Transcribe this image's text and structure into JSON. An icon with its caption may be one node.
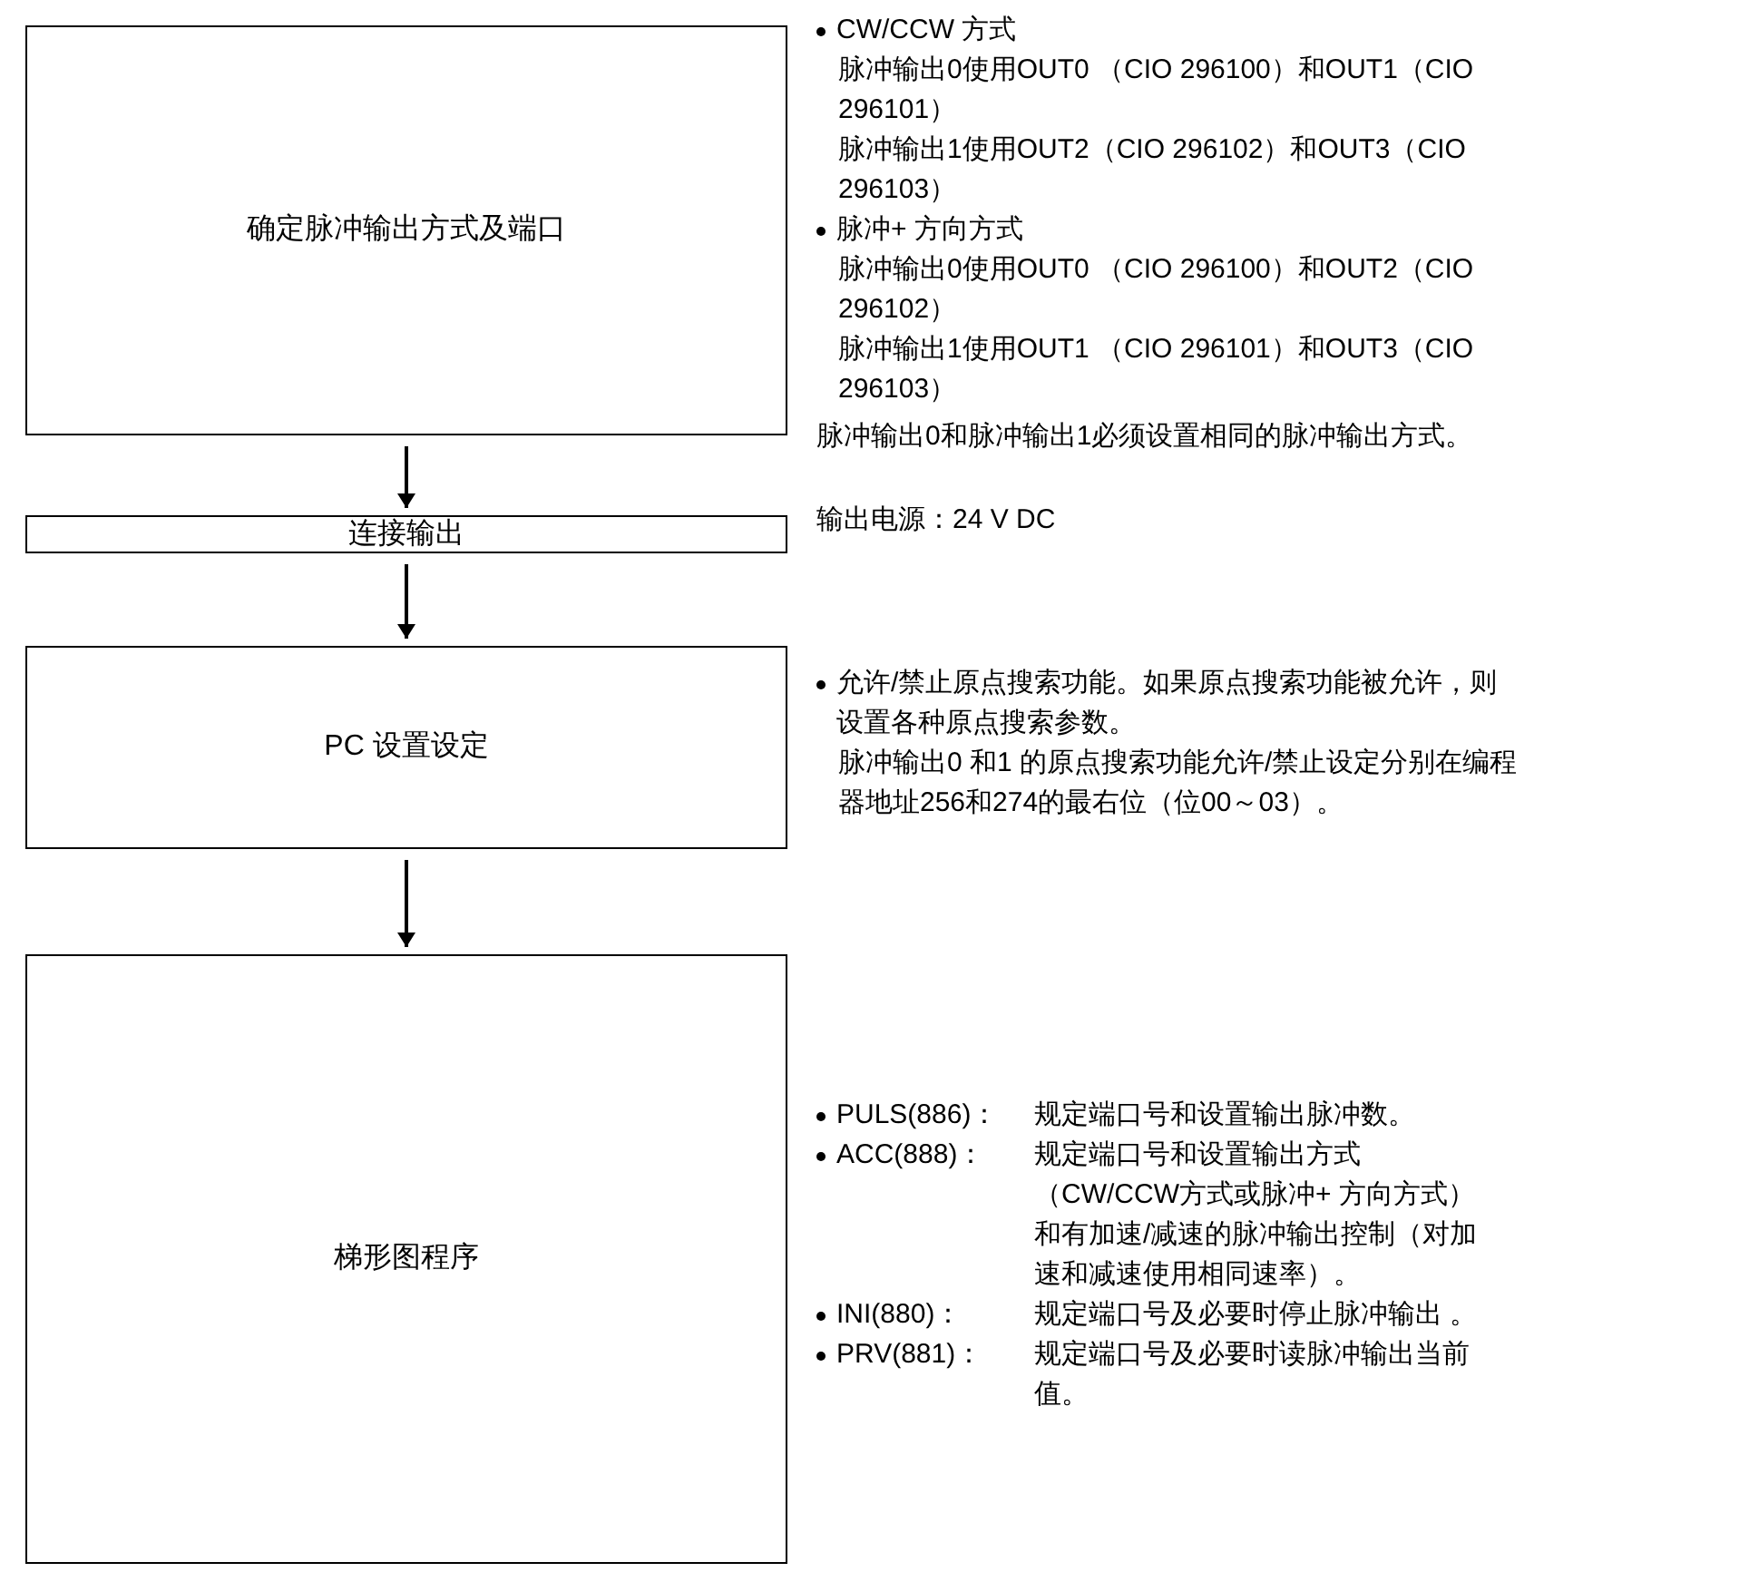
{
  "diagram": {
    "nodes": [
      {
        "text": [
          "确定脉冲输出方式及端口"
        ],
        "beside": [
          "CW/CCW 方式",
          "脉冲输出0使用OUT0 （CIO 296100）和OUT1（CIO 296101）",
          "脉冲输出1使用OUT2（CIO 296102）和OUT3（CIO 296103）",
          "脉冲+ 方向方式",
          "脉冲输出0使用OUT0 （CIO 296100）和OUT2（CIO 296102）",
          "脉冲输出1使用OUT1 （CIO 296101）和OUT3（CIO 296103）",
          "脉冲输出0和脉冲输出1必须设置相同的脉冲输出方式。"
        ]
      },
      {
        "text": [
          "连接输出"
        ],
        "beside": [
          "输出电源：24 V DC"
        ]
      },
      {
        "text": [
          "PC 设置设定"
        ],
        "beside": [
          "允许/禁止原点搜索功能。如果原点搜索功能被允许，则设置各种原点搜索参数。",
          "脉冲输出0 和1 的原点搜索功能允许/禁止设定分别在编程器地址256和274的最右位（位00～03）。"
        ]
      },
      {
        "text": [
          "梯形图程序"
        ],
        "beside": [
          "PULS(886)：",
          "规定端口号和设置输出脉冲数。",
          "ACC(888)：",
          "规定端口号和设置输出方式（CW/CCW方式或脉冲+ 方向方式）和有加速/减速的脉冲输出控制（对加速和减速使用相同速率）。",
          "INI(880)：",
          "规定端口号及必要时停止脉冲输出 。",
          "PRV(881)：",
          "规定端口号及必要时读脉冲输出当前值。"
        ]
      }
    ],
    "edges": [
      {
        "from": 0,
        "to": 1,
        "arrow": "to"
      },
      {
        "from": 1,
        "to": 2,
        "arrow": "to"
      },
      {
        "from": 2,
        "to": 3,
        "arrow": "to"
      }
    ]
  }
}
